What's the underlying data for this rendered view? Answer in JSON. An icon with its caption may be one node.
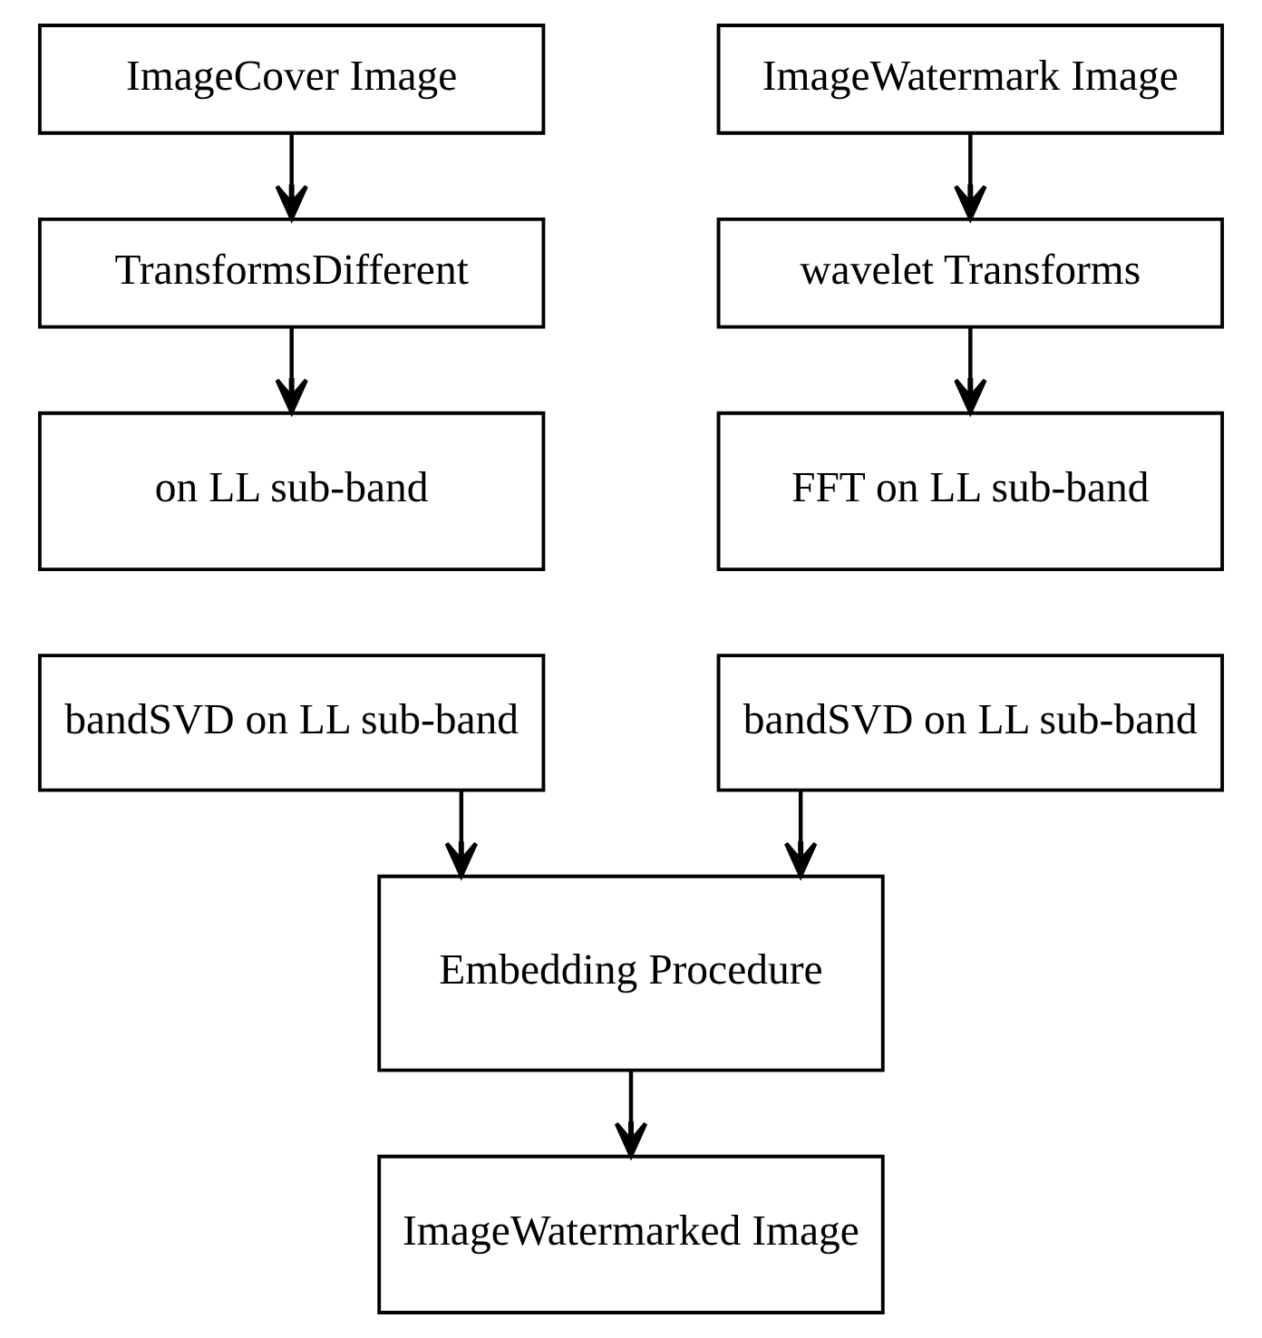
{
  "diagram": {
    "nodes": [
      {
        "text": [
          "ImageCover Image"
        ]
      },
      {
        "text": [
          "ImageWatermark Image"
        ]
      },
      {
        "text": [
          "TransformsDifferent"
        ]
      },
      {
        "text": [
          "wavelet Transforms"
        ]
      },
      {
        "text": [
          "on LL sub-band"
        ]
      },
      {
        "text": [
          "FFT on LL sub-band"
        ]
      },
      {
        "text": [
          "bandSVD on LL sub-band"
        ]
      },
      {
        "text": [
          "bandSVD on LL sub-band"
        ]
      },
      {
        "text": [
          "Embedding Procedure"
        ]
      },
      {
        "text": [
          "ImageWatermarked Image"
        ]
      }
    ],
    "edges": [
      {
        "from": 0,
        "to": 2,
        "arrow": "to"
      },
      {
        "from": 2,
        "to": 4,
        "arrow": "to"
      },
      {
        "from": 1,
        "to": 3,
        "arrow": "to"
      },
      {
        "from": 3,
        "to": 5,
        "arrow": "to"
      },
      {
        "from": 6,
        "to": 8,
        "arrow": "to"
      },
      {
        "from": 7,
        "to": 8,
        "arrow": "to"
      },
      {
        "from": 8,
        "to": 9,
        "arrow": "to"
      }
    ]
  }
}
